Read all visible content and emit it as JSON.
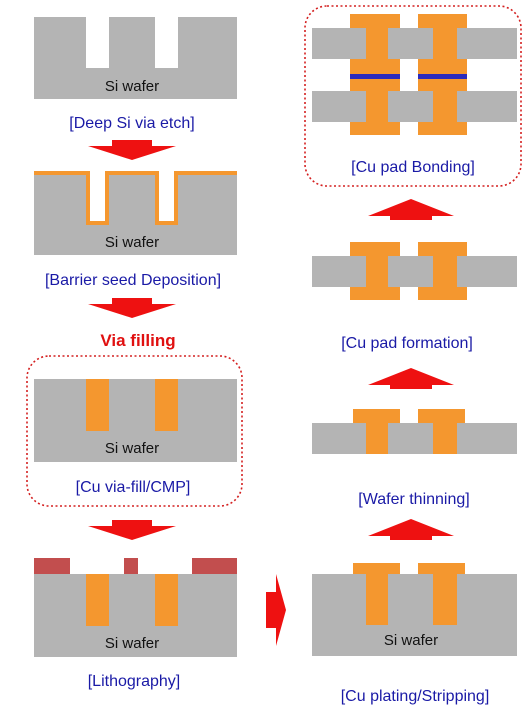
{
  "colors": {
    "wafer": "#b4b4b4",
    "copper": "#f4972f",
    "resist": "#c24e4e",
    "bond_layer": "#2b2bbd",
    "arrow": "#ee1111",
    "caption": "#1a1aa6",
    "highlight_border": "#d42020"
  },
  "labels": {
    "si_wafer": "Si wafer"
  },
  "steps": {
    "deep_etch": "[Deep Si via etch]",
    "barrier_seed": "[Barrier seed Deposition]",
    "via_filling": "Via filling",
    "cu_via_fill": "[Cu via-fill/CMP]",
    "lithography": "[Lithography]",
    "cu_plating": "[Cu plating/Stripping]",
    "wafer_thinning": "[Wafer thinning]",
    "cu_pad_formation": "[Cu pad formation]",
    "cu_pad_bonding": "[Cu pad Bonding]"
  },
  "icons": {
    "arrow_down": "arrow-down-icon",
    "arrow_up": "arrow-up-icon",
    "arrow_right": "arrow-right-icon"
  }
}
